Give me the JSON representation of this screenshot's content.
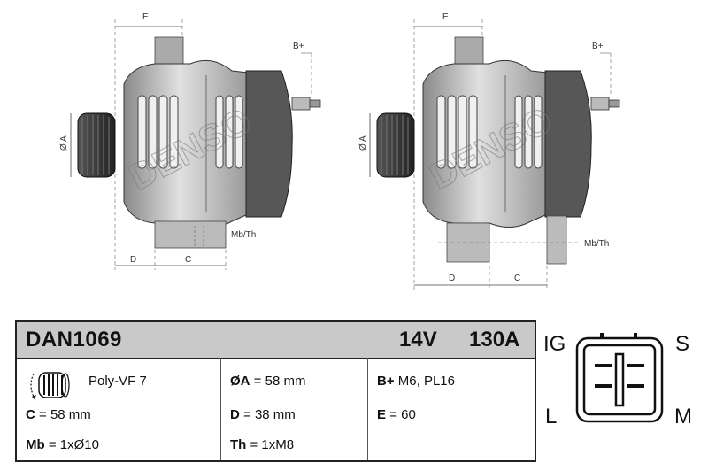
{
  "drawings": {
    "left": {
      "brand": "DENSO",
      "dim_e": "E",
      "dim_a": "Ø A",
      "dim_d": "D",
      "dim_c": "C",
      "label_bplus": "B+",
      "label_mbth": "Mb/Th"
    },
    "right": {
      "brand": "DENSO",
      "dim_e": "E",
      "dim_a": "Ø A",
      "dim_d": "D",
      "dim_c": "C",
      "label_bplus": "B+",
      "label_mbth": "Mb/Th"
    }
  },
  "spec": {
    "code": "DAN1069",
    "voltage": "14V",
    "amperage": "130A",
    "pulley": "Poly-VF 7",
    "c_key": "C",
    "c_val": "= 58 mm",
    "mb_key": "Mb",
    "mb_val": "= 1xØ10",
    "a_key": "ØA",
    "a_val": "= 58 mm",
    "d_key": "D",
    "d_val": "= 38 mm",
    "th_key": "Th",
    "th_val": "= 1xM8",
    "bplus_key": "B+",
    "bplus_val": "M6, PL16",
    "e_key": "E",
    "e_val": "= 60"
  },
  "connector": {
    "ig": "IG",
    "s": "S",
    "l": "L",
    "m": "M"
  },
  "colors": {
    "header_bg": "#c9c9c9",
    "body_gray": "#bdbdbd",
    "dark_gray": "#575757",
    "line": "#222222"
  }
}
